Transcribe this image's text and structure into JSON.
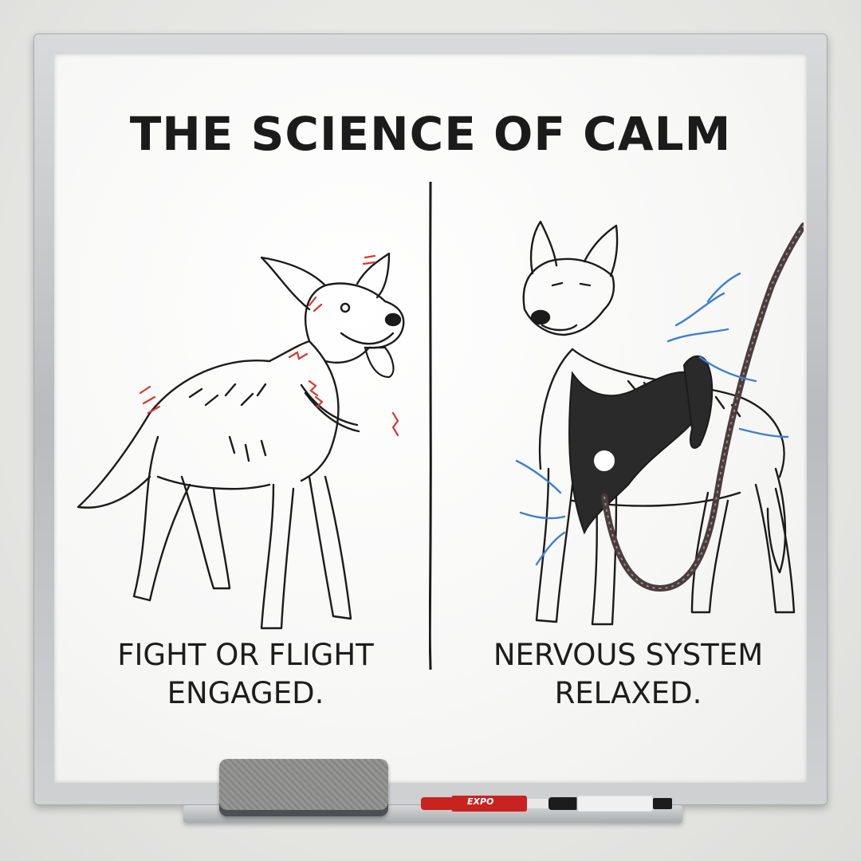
{
  "title": "THE SCIENCE OF CALM",
  "left_panel": {
    "caption_line1": "FIGHT OR FLIGHT",
    "caption_line2": "ENGAGED."
  },
  "right_panel": {
    "caption_line1": "NERVOUS SYSTEM",
    "caption_line2": "RELAXED."
  },
  "marker_brand": "EXPO",
  "colors": {
    "ink": "#1b1b1b",
    "stress_marks": "#d23a2f",
    "calm_marks": "#3f7fd0",
    "marker_red": "#c8231f",
    "marker_black": "#1c1c1c"
  }
}
